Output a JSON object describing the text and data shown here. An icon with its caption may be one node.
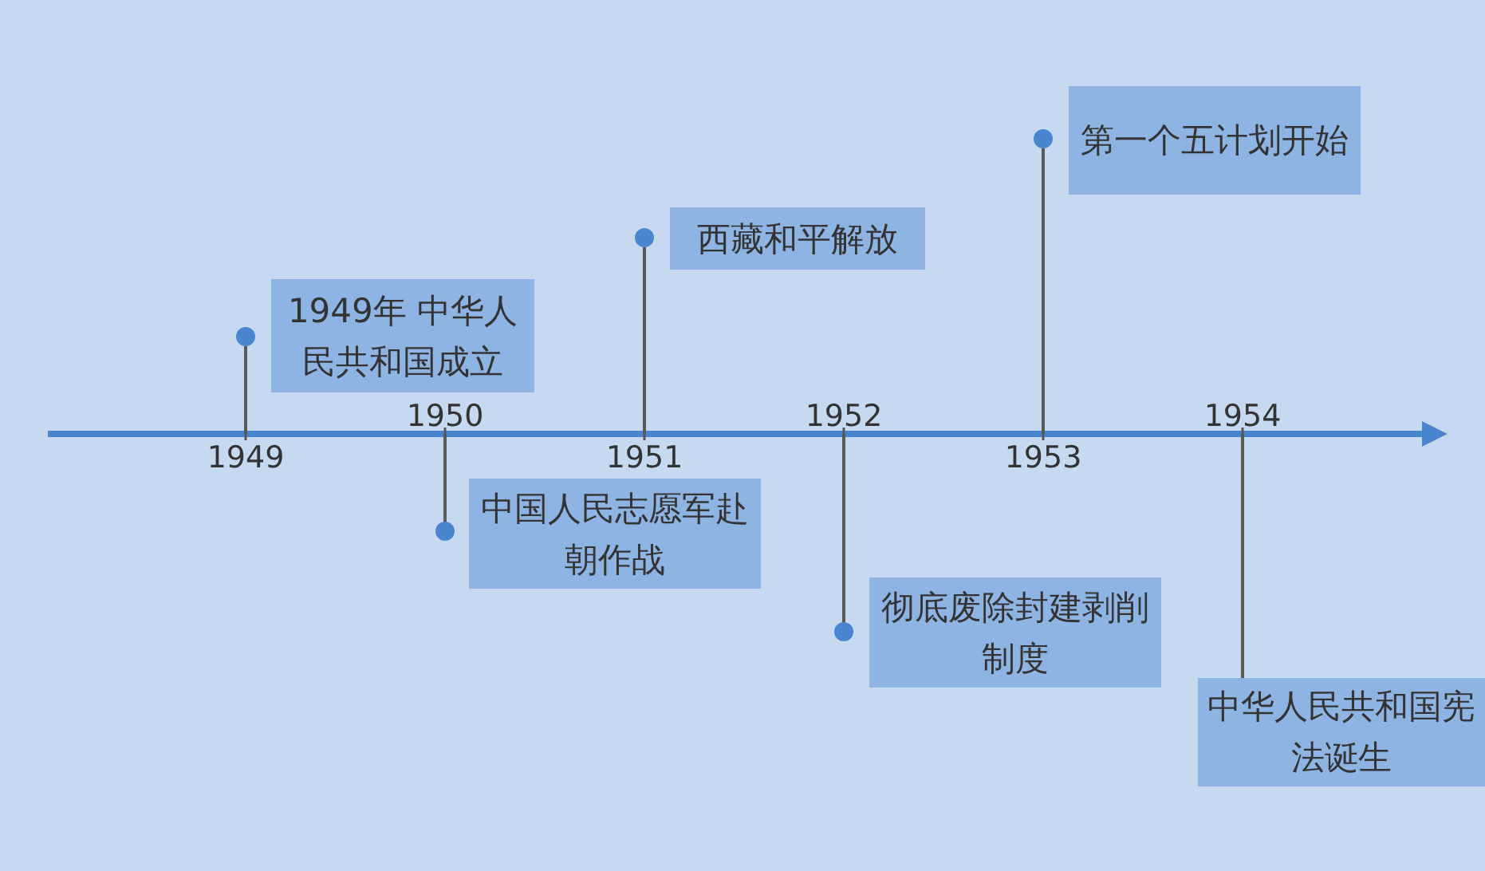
{
  "diagram": {
    "nodes": [
      {
        "text": [
          "1949年 中华人民共和国成立"
        ]
      },
      {
        "text": [
          "中国人民志愿军赴朝作战"
        ]
      },
      {
        "text": [
          "西藏和平解放"
        ]
      },
      {
        "text": [
          "彻底废除封建剥削制度"
        ]
      },
      {
        "text": [
          "第一个五计划开始"
        ]
      },
      {
        "text": [
          "中华人民共和国宪法诞生"
        ]
      }
    ],
    "labels": [
      "1949",
      "1950",
      "1951",
      "1952",
      "1953",
      "1954"
    ]
  }
}
